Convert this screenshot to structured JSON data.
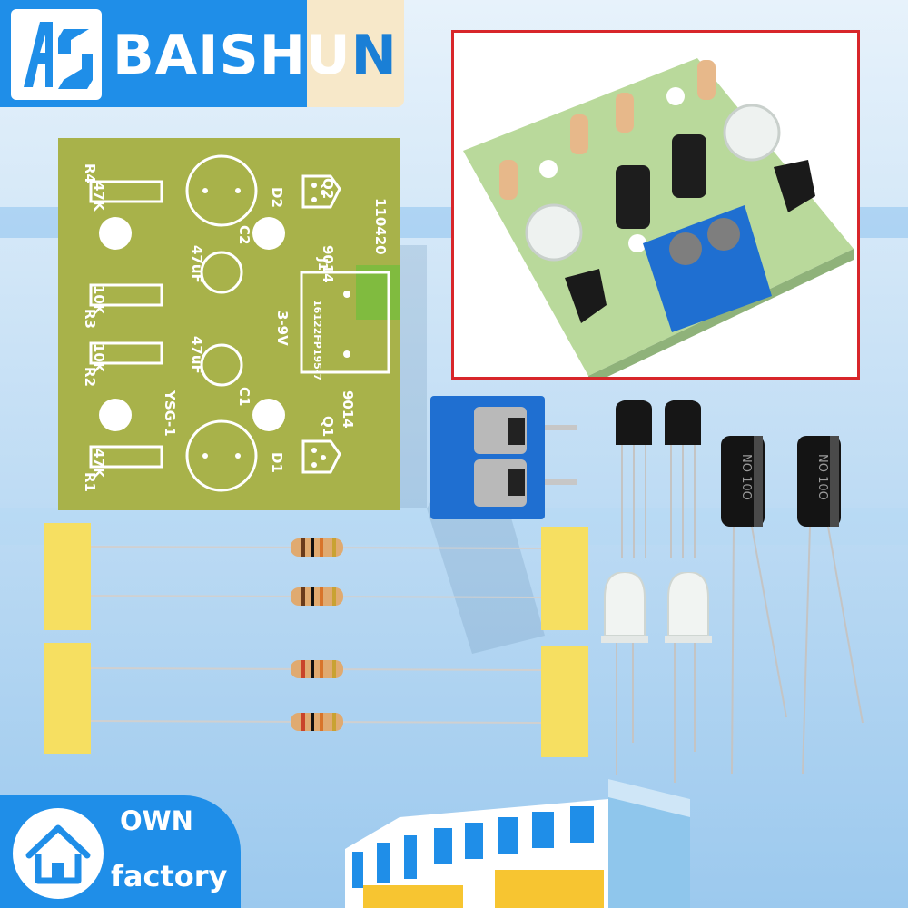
{
  "brand": {
    "name_main": "BAISHU",
    "name_tail": "N",
    "logo_letters": "AS"
  },
  "badge": {
    "line1": "OWN",
    "line2": "factory",
    "icon": "house-icon"
  },
  "pcb_silkscreen": {
    "board_id": "YSG-1",
    "date_code": "110420",
    "part_number": "16122FP195-7",
    "power": "3-9V",
    "capacitor_value": "47uF",
    "transistor": "9014",
    "resistor_value": "47K",
    "resistor_value_b": "10K",
    "labels": [
      "R1",
      "R2",
      "R3",
      "R4",
      "C1",
      "C2",
      "D1",
      "D2",
      "Q1",
      "Q2",
      "J1"
    ]
  },
  "capacitor_print": "NO 10O",
  "colors": {
    "brand_blue": "#1f8ee8",
    "frame_red": "#d8262a",
    "pcb_green": "#a8b24a",
    "terminal_blue": "#1f6fd1",
    "sponge_yellow": "#f6df61"
  }
}
